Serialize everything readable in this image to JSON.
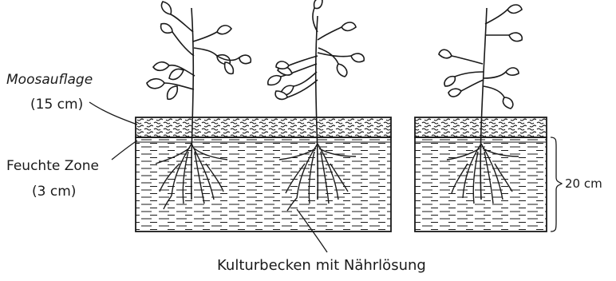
{
  "labels": {
    "moss_layer": "Moosauflage",
    "moss_thickness": "(15 cm)",
    "moist_zone": "Feuchte Zone",
    "moist_thickness": "(3 cm)",
    "depth": "20 cm",
    "basin": "Kulturbecken mit Nährlösung"
  },
  "colors": {
    "ink": "#1a1a1a",
    "background": "#ffffff"
  }
}
